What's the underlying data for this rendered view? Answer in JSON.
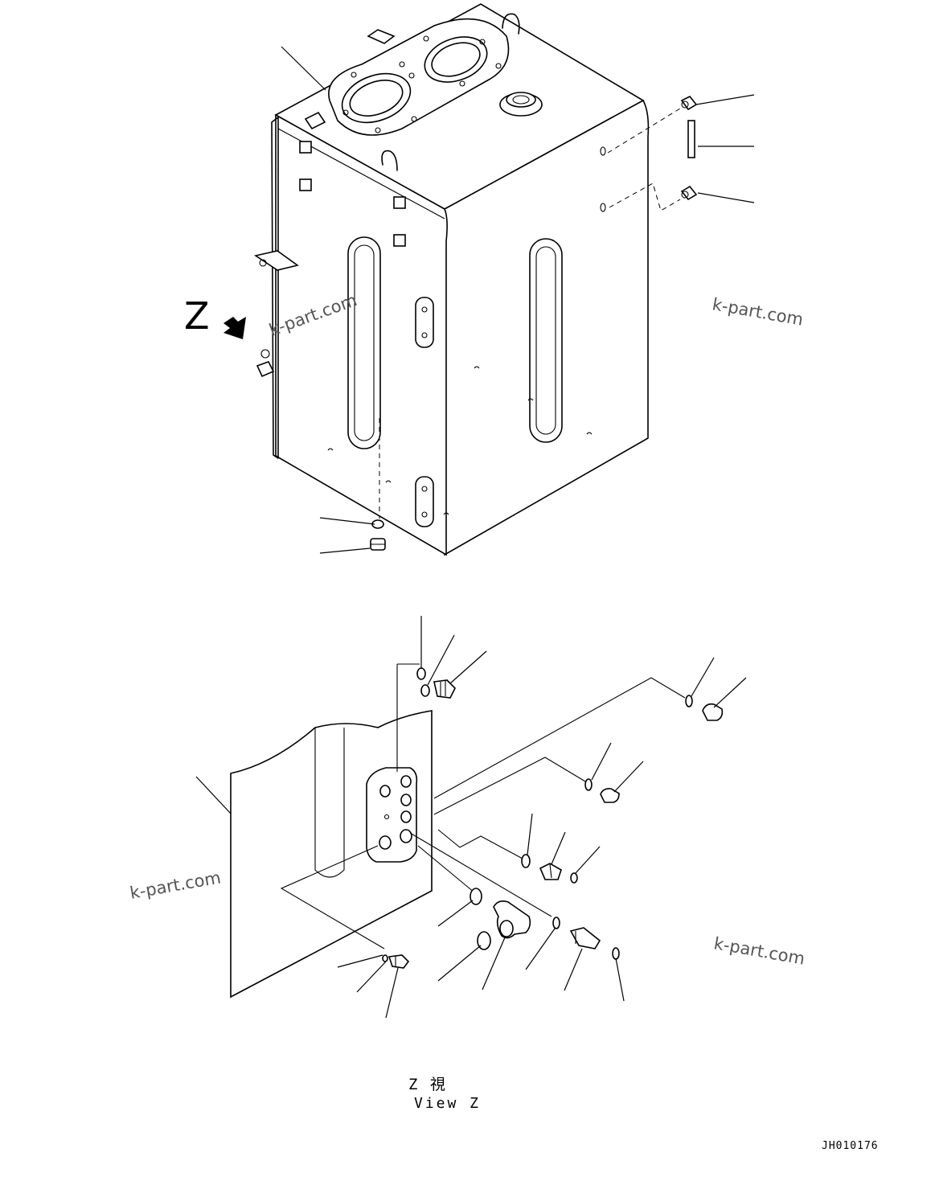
{
  "view": {
    "marker_letter": "Z",
    "caption_jp": "Z 視",
    "caption_en": "View Z"
  },
  "watermark_text": "k-part.com",
  "drawing_code": "JH010176",
  "colors": {
    "line": "#000000",
    "background": "#ffffff",
    "watermark": "#555555"
  }
}
